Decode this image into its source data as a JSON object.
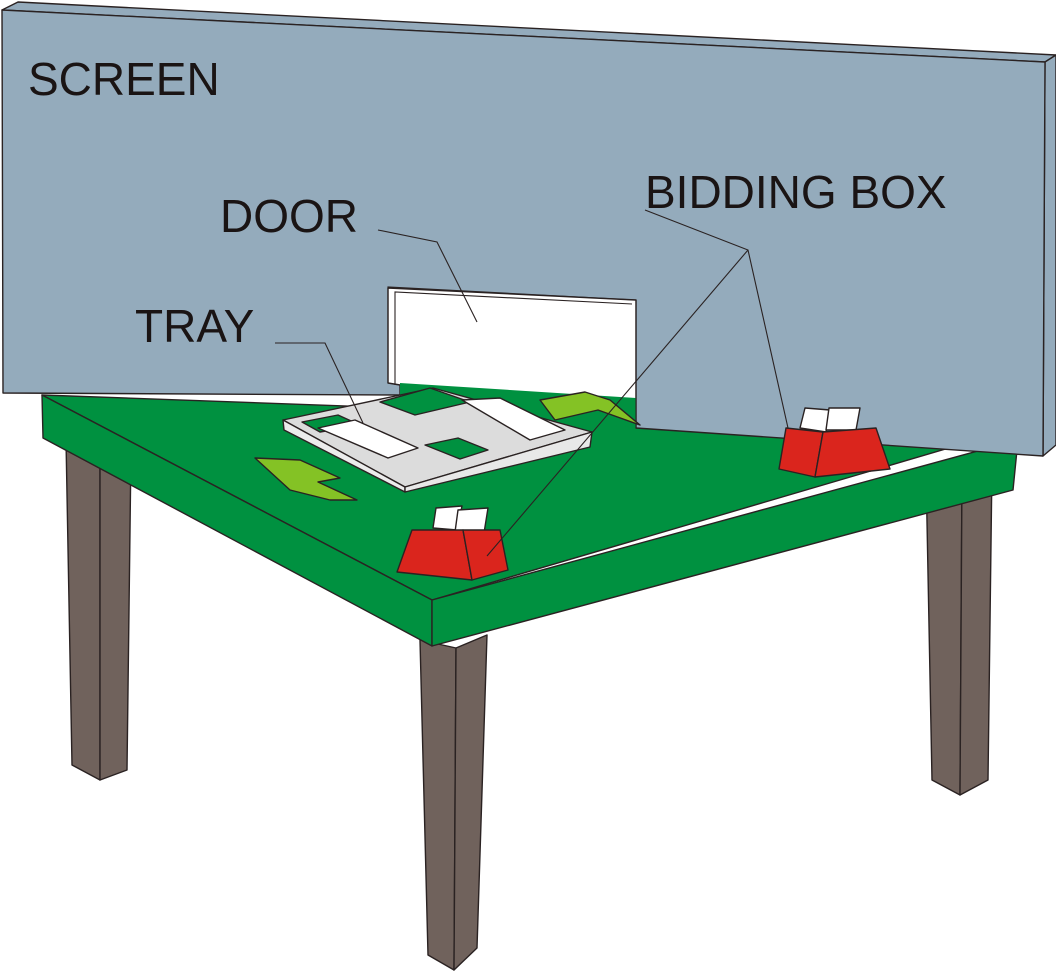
{
  "title": "Bridge table with screen, door, tray and bidding boxes",
  "labels": {
    "screen": "SCREEN",
    "door": "DOOR",
    "tray": "TRAY",
    "bidding_box": "BIDDING BOX"
  },
  "colors": {
    "screen": "#94abbc",
    "table_top": "#009140",
    "legs": "#70625c",
    "tray": "#dcdcdc",
    "bidding_box": "#da251d",
    "arrow_markers": "#84c225",
    "cards": "#ffffff"
  }
}
